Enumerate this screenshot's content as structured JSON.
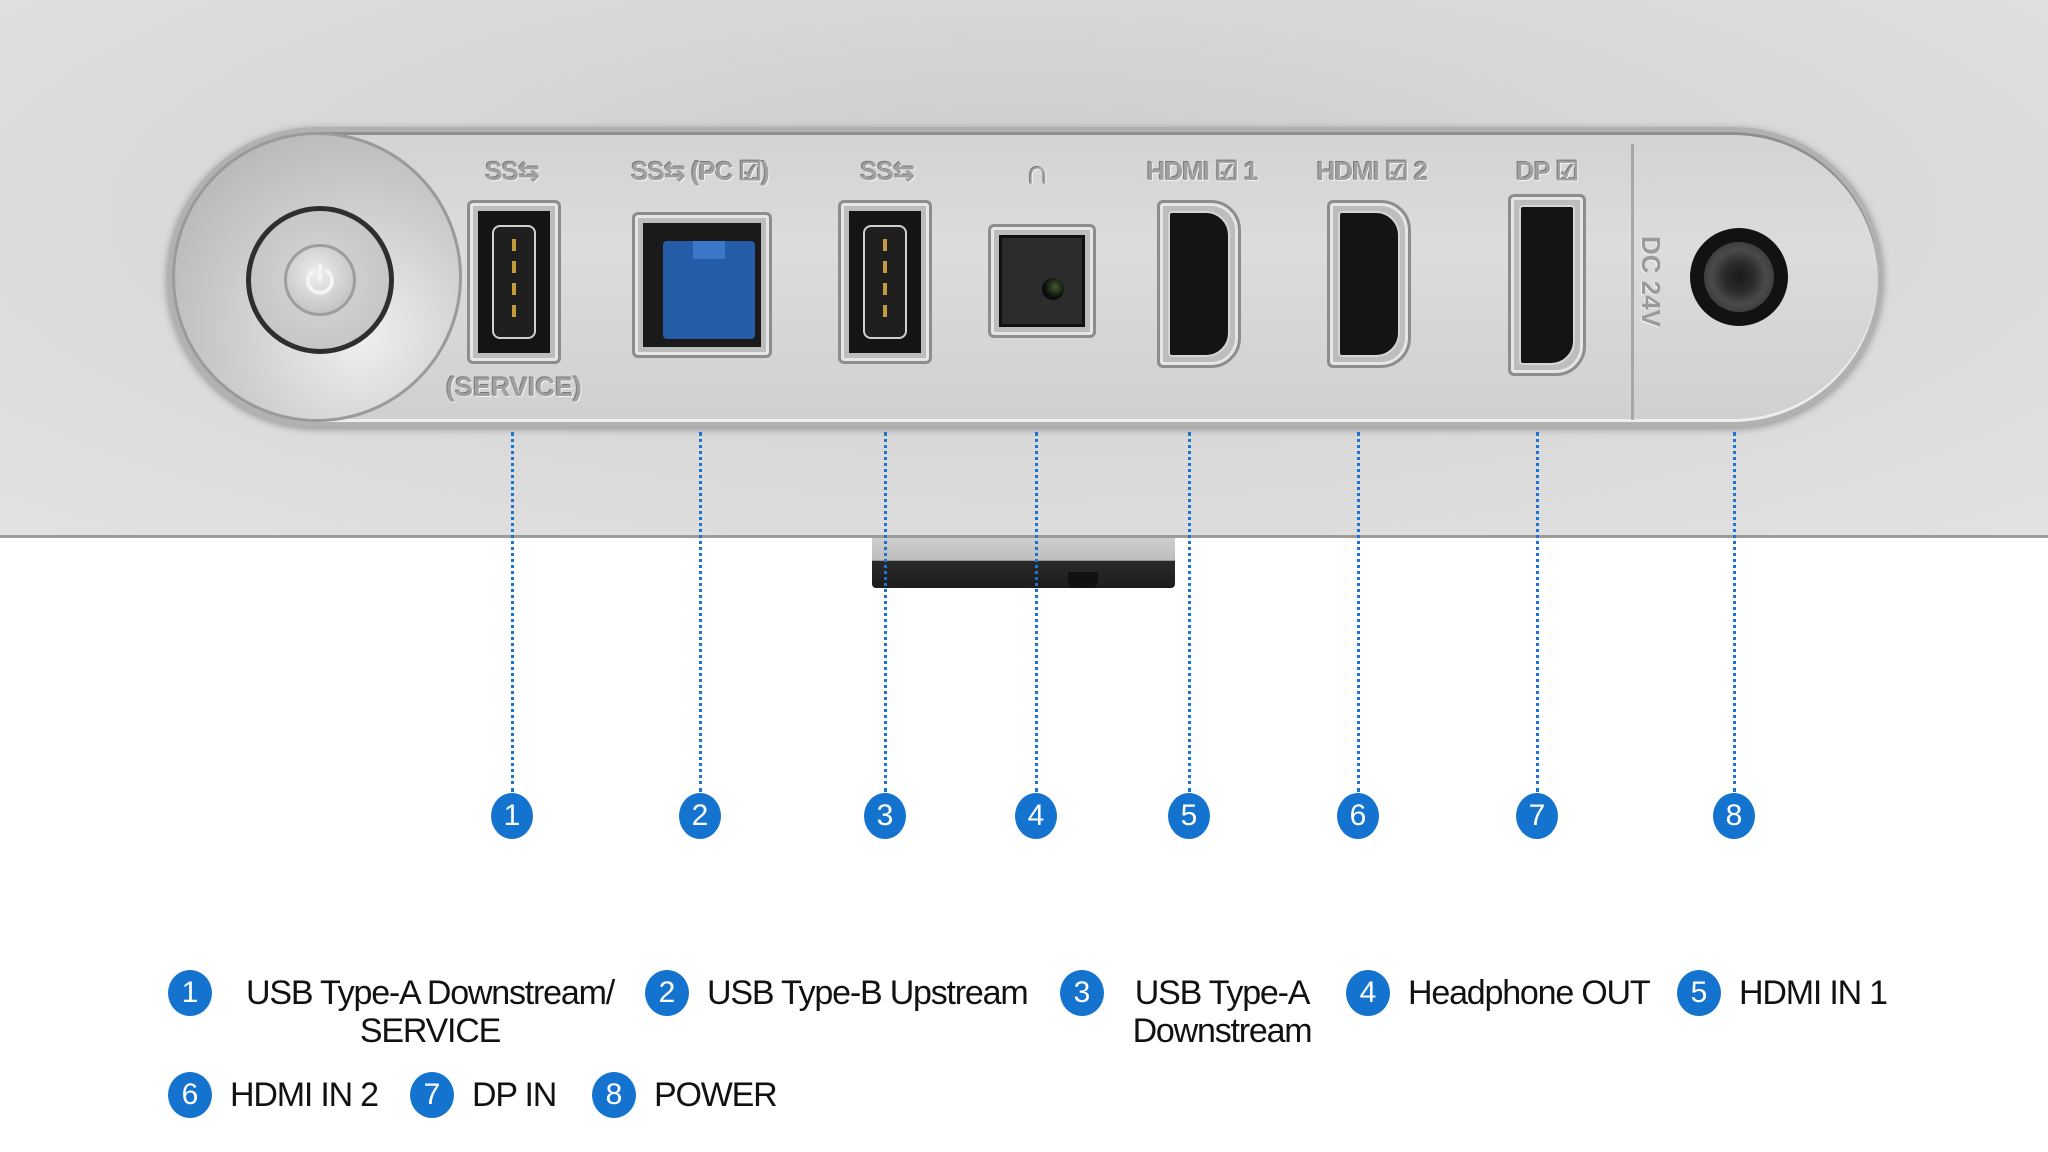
{
  "colors": {
    "accent_blue": "#1473cf",
    "leader_line": "#1a74d1",
    "panel_gray": "#d3d3d3",
    "usb_b_blue": "#245ca8",
    "text": "#111111"
  },
  "panel": {
    "power_button_icon": "power-icon",
    "ports": [
      {
        "id": 1,
        "embossed_label": "SS⇆",
        "sub_label": "(SERVICE)",
        "type": "usb-a"
      },
      {
        "id": 2,
        "embossed_label": "SS⇆ (PC ☑)",
        "type": "usb-b"
      },
      {
        "id": 3,
        "embossed_label": "SS⇆",
        "type": "usb-a"
      },
      {
        "id": 4,
        "embossed_label": "∩",
        "type": "headphone"
      },
      {
        "id": 5,
        "embossed_label": "HDMI ☑ 1",
        "type": "hdmi"
      },
      {
        "id": 6,
        "embossed_label": "HDMI ☑ 2",
        "type": "hdmi"
      },
      {
        "id": 7,
        "embossed_label": "DP ☑",
        "type": "displayport"
      },
      {
        "id": 8,
        "embossed_label": "DC 24V",
        "type": "dc-power"
      }
    ]
  },
  "callouts": [
    "1",
    "2",
    "3",
    "4",
    "5",
    "6",
    "7",
    "8"
  ],
  "legend": [
    {
      "num": "1",
      "label": "USB Type-A Downstream/\nSERVICE"
    },
    {
      "num": "2",
      "label": "USB Type-B Upstream"
    },
    {
      "num": "3",
      "label": "USB Type-A\nDownstream"
    },
    {
      "num": "4",
      "label": "Headphone OUT"
    },
    {
      "num": "5",
      "label": "HDMI IN 1"
    },
    {
      "num": "6",
      "label": "HDMI IN 2"
    },
    {
      "num": "7",
      "label": "DP IN"
    },
    {
      "num": "8",
      "label": "POWER"
    }
  ]
}
